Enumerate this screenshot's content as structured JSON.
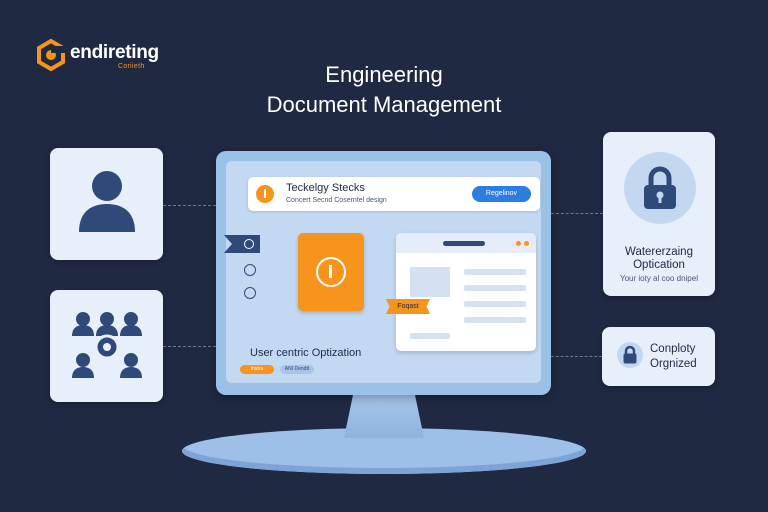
{
  "logo": {
    "name": "endireting",
    "sub": "Coriieth"
  },
  "title": {
    "line1": "Engineering",
    "line2": "Document Management"
  },
  "monitor": {
    "topbar": {
      "title": "Teckelgy Stecks",
      "subtitle": "Concert Secnd Coserntel design",
      "button": "Regelinov"
    },
    "label_tag": "Foqast",
    "footer": "User centric Optization",
    "pill1": "Instra",
    "pill2": "ANI Dendtt"
  },
  "lock_card": {
    "title": "Watererzaing Optication",
    "sub": "Your ioty al coo dnipel"
  },
  "small_card": {
    "text": "Conploty Orgnized"
  },
  "colors": {
    "background": "#1f2942",
    "accent": "#f7941d",
    "primary": "#2b7de0",
    "card": "#e7effb",
    "monitor": "#9cc1e8"
  },
  "icons": [
    "logo-mark-icon",
    "user-icon",
    "team-icon",
    "lock-icon",
    "small-lock-icon",
    "info-icon"
  ]
}
